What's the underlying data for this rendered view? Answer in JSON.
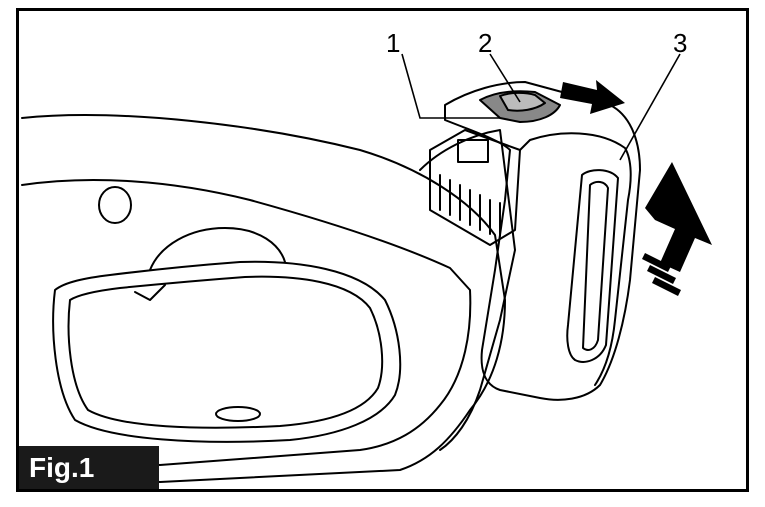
{
  "figure": {
    "label": "Fig.1",
    "callouts": [
      {
        "id": "1",
        "text": "1"
      },
      {
        "id": "2",
        "text": "2"
      },
      {
        "id": "3",
        "text": "3"
      }
    ],
    "colors": {
      "ink": "#000000",
      "paper": "#ffffff",
      "label_bg": "#1a1a1a"
    },
    "icons": [
      "arrow-right-icon",
      "arrow-up-icon"
    ]
  }
}
